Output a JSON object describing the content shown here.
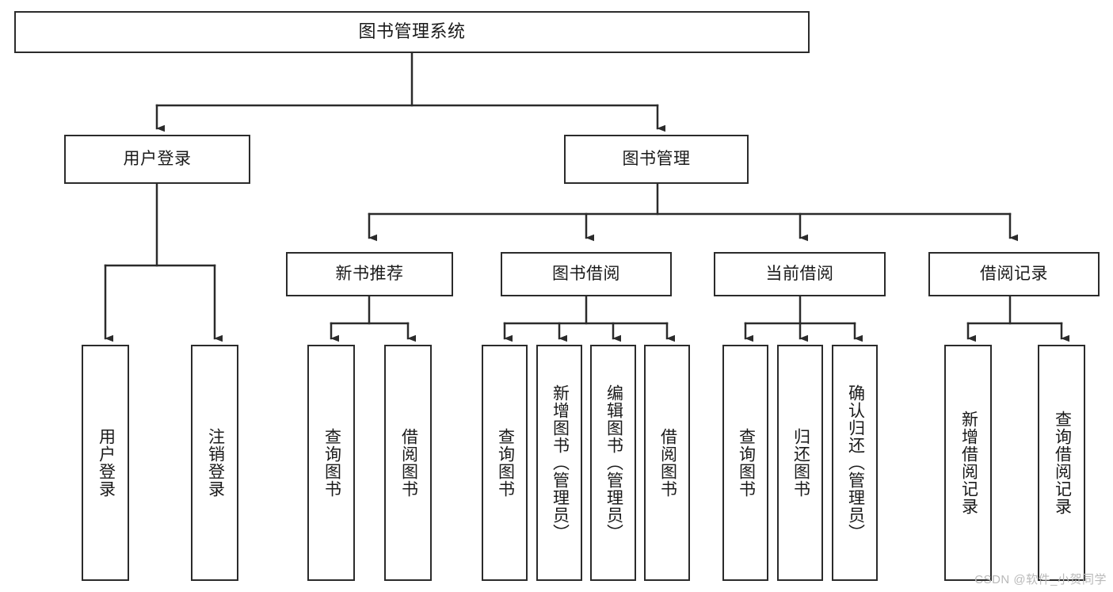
{
  "diagram": {
    "type": "tree-hierarchy",
    "title": "图书管理系统",
    "root": {
      "label": "图书管理系统"
    },
    "level2": [
      {
        "label": "用户登录"
      },
      {
        "label": "图书管理"
      }
    ],
    "level3": [
      {
        "label": "新书推荐"
      },
      {
        "label": "图书借阅"
      },
      {
        "label": "当前借阅"
      },
      {
        "label": "借阅记录"
      }
    ],
    "leaves": {
      "user_login": [
        {
          "label": "用户登录"
        },
        {
          "label": "注销登录"
        }
      ],
      "new_book_recommend": [
        {
          "label": "查询图书"
        },
        {
          "label": "借阅图书"
        }
      ],
      "book_borrow": [
        {
          "label": "查询图书"
        },
        {
          "label": "新增图书（管理员）"
        },
        {
          "label": "编辑图书（管理员）"
        },
        {
          "label": "借阅图书"
        }
      ],
      "current_borrow": [
        {
          "label": "查询图书"
        },
        {
          "label": "归还图书"
        },
        {
          "label": "确认归还（管理员）"
        }
      ],
      "borrow_record": [
        {
          "label": "新增借阅记录"
        },
        {
          "label": "查询借阅记录"
        }
      ]
    }
  },
  "watermark": {
    "text": "CSDN @软件_小贺同学"
  },
  "colors": {
    "line": "#2b2b2b",
    "box_fill": "#ffffff",
    "text": "#1a1a1a",
    "watermark": "#b9b9b9"
  }
}
